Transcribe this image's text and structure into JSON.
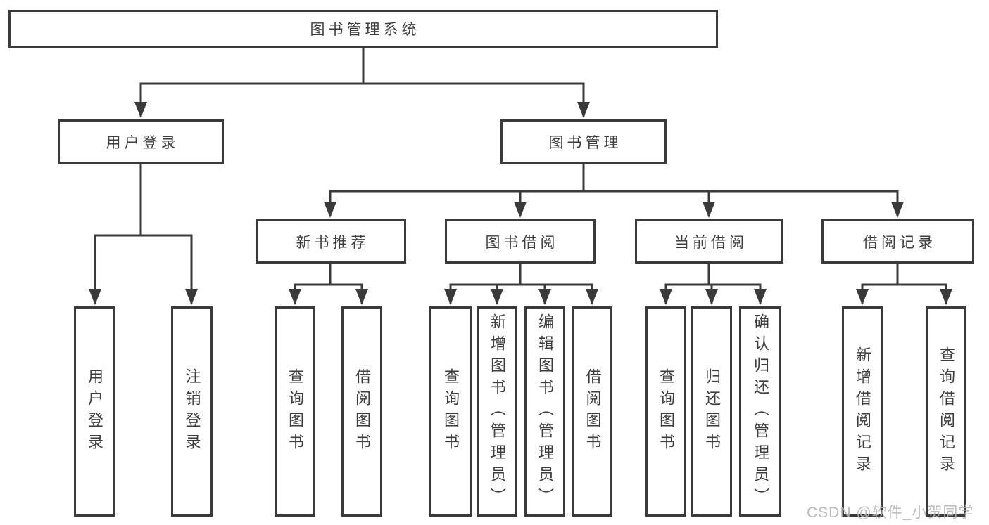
{
  "tree": {
    "label": "图书管理系统",
    "children": [
      {
        "label": "用户登录",
        "children": [
          {
            "label": "用户登录"
          },
          {
            "label": "注销登录"
          }
        ]
      },
      {
        "label": "图书管理",
        "children": [
          {
            "label": "新书推荐",
            "children": [
              {
                "label": "查询图书"
              },
              {
                "label": "借阅图书"
              }
            ]
          },
          {
            "label": "图书借阅",
            "children": [
              {
                "label": "查询图书"
              },
              {
                "label": "新增图书（管理员）"
              },
              {
                "label": "编辑图书（管理员）"
              },
              {
                "label": "借阅图书"
              }
            ]
          },
          {
            "label": "当前借阅",
            "children": [
              {
                "label": "查询图书"
              },
              {
                "label": "归还图书"
              },
              {
                "label": "确认归还（管理员）"
              }
            ]
          },
          {
            "label": "借阅记录",
            "children": [
              {
                "label": "新增借阅记录"
              },
              {
                "label": "查询借阅记录"
              }
            ]
          }
        ]
      }
    ]
  },
  "watermark": "CSDN @软件_小贺同学",
  "colors": {
    "line": "#3a3a3a",
    "text": "#3c3c3c",
    "background": "#ffffff",
    "watermark": "#b4b4b4"
  }
}
